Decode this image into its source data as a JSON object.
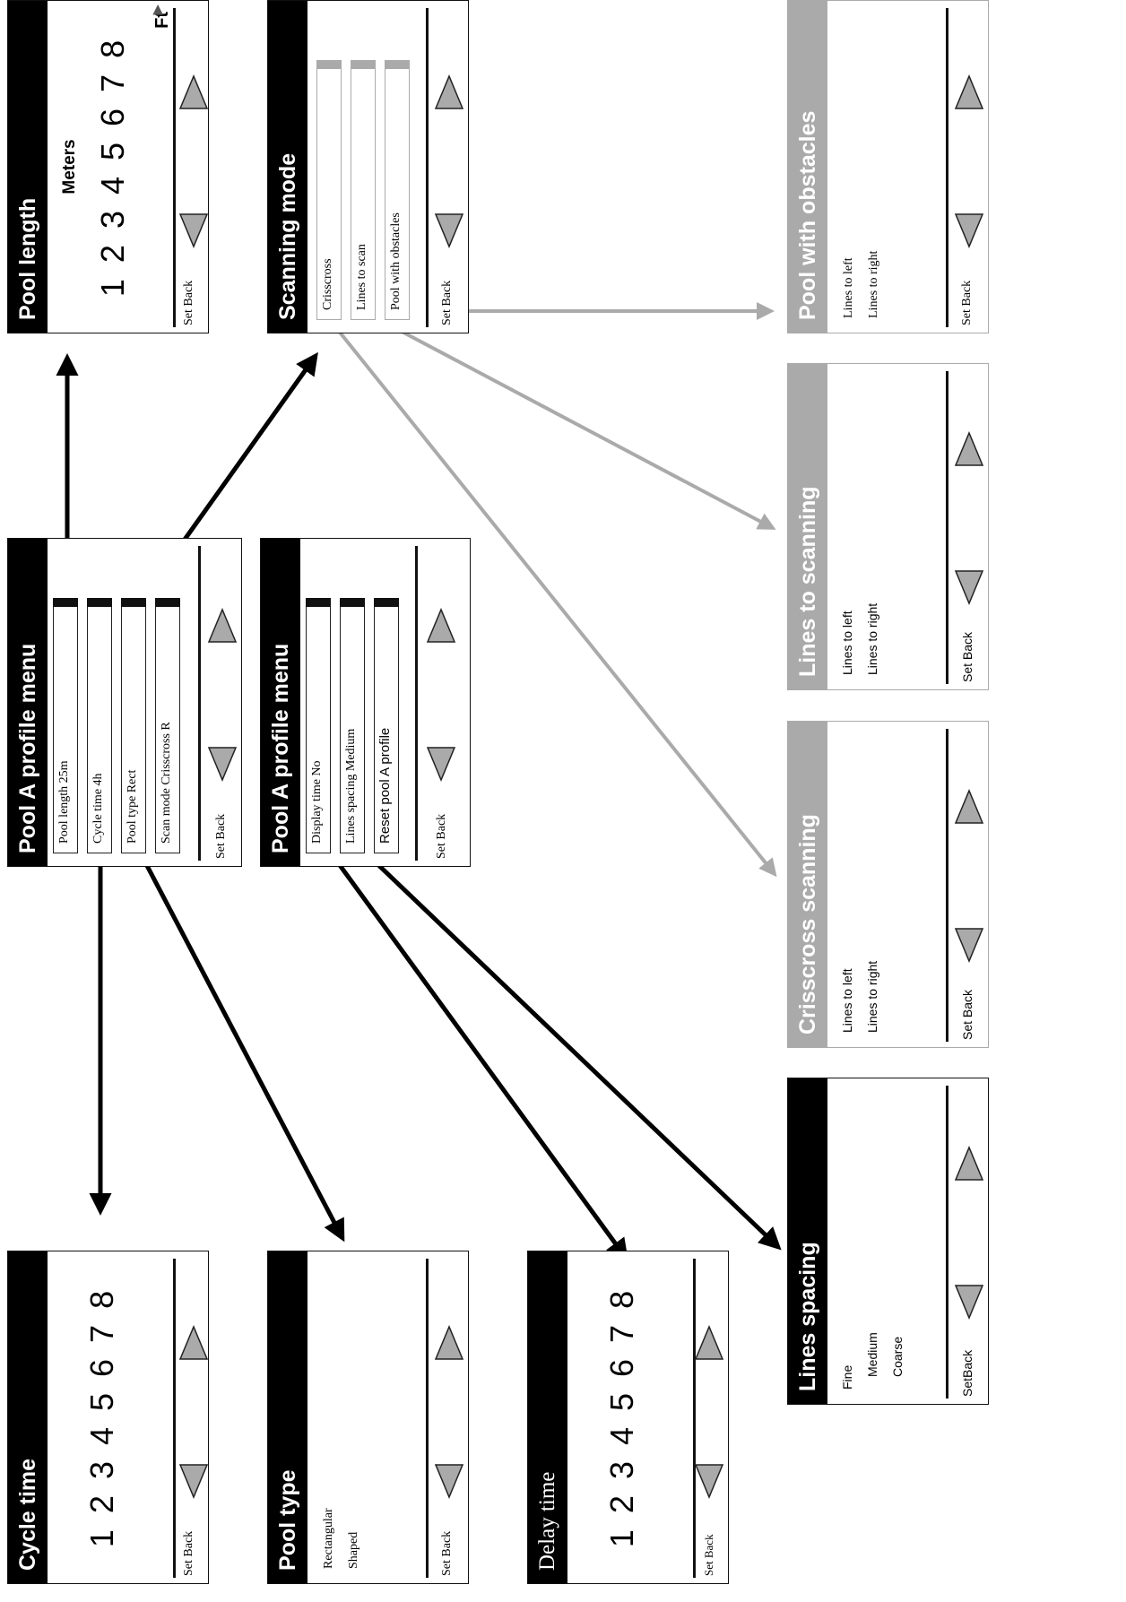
{
  "set_back": "Set Back",
  "set_back_compact": "SetBack",
  "numbers": "1 2 3 4 5 6 7 8",
  "screens": {
    "pool_length": {
      "title": "Pool length",
      "sublabel": "Meters",
      "numbers": "1 2 3 4 5 6 7 8",
      "unit": "Ft"
    },
    "scanning_mode": {
      "title": "Scanning mode",
      "items": [
        "Crisscross",
        "Lines to scan",
        "Pool with obstacles"
      ]
    },
    "pool_with_obstacles": {
      "title": "Pool with obstacles",
      "options": [
        "Lines to left",
        "Lines to right"
      ]
    },
    "lines_to_scanning": {
      "title": "Lines to scanning",
      "options": [
        "Lines to left",
        "Lines to right"
      ]
    },
    "crisscross_scanning": {
      "title": "Crisscross scanning",
      "options": [
        "Lines to left",
        "Lines to right"
      ]
    },
    "lines_spacing": {
      "title": "Lines spacing",
      "options": [
        "Fine",
        "Medium",
        "Coarse"
      ]
    },
    "pool_a_menu_1": {
      "title": "Pool A profile menu",
      "items": [
        "Pool length  25m",
        "Cycle time  4h",
        "Pool type  Rect",
        "Scan mode  Crisscross R"
      ]
    },
    "pool_a_menu_2": {
      "title": "Pool A profile menu",
      "items": [
        "Display time  No",
        "Lines spacing  Medium",
        "Reset pool A profile"
      ]
    },
    "cycle_time": {
      "title": "Cycle time",
      "numbers": "1 2 3 4 5 6 7 8"
    },
    "pool_type": {
      "title": "Pool type",
      "options": [
        "Rectangular",
        "Shaped"
      ]
    },
    "delay_time": {
      "title": "Delay time",
      "numbers": "1 2 3 4 5 6 7 8"
    }
  }
}
